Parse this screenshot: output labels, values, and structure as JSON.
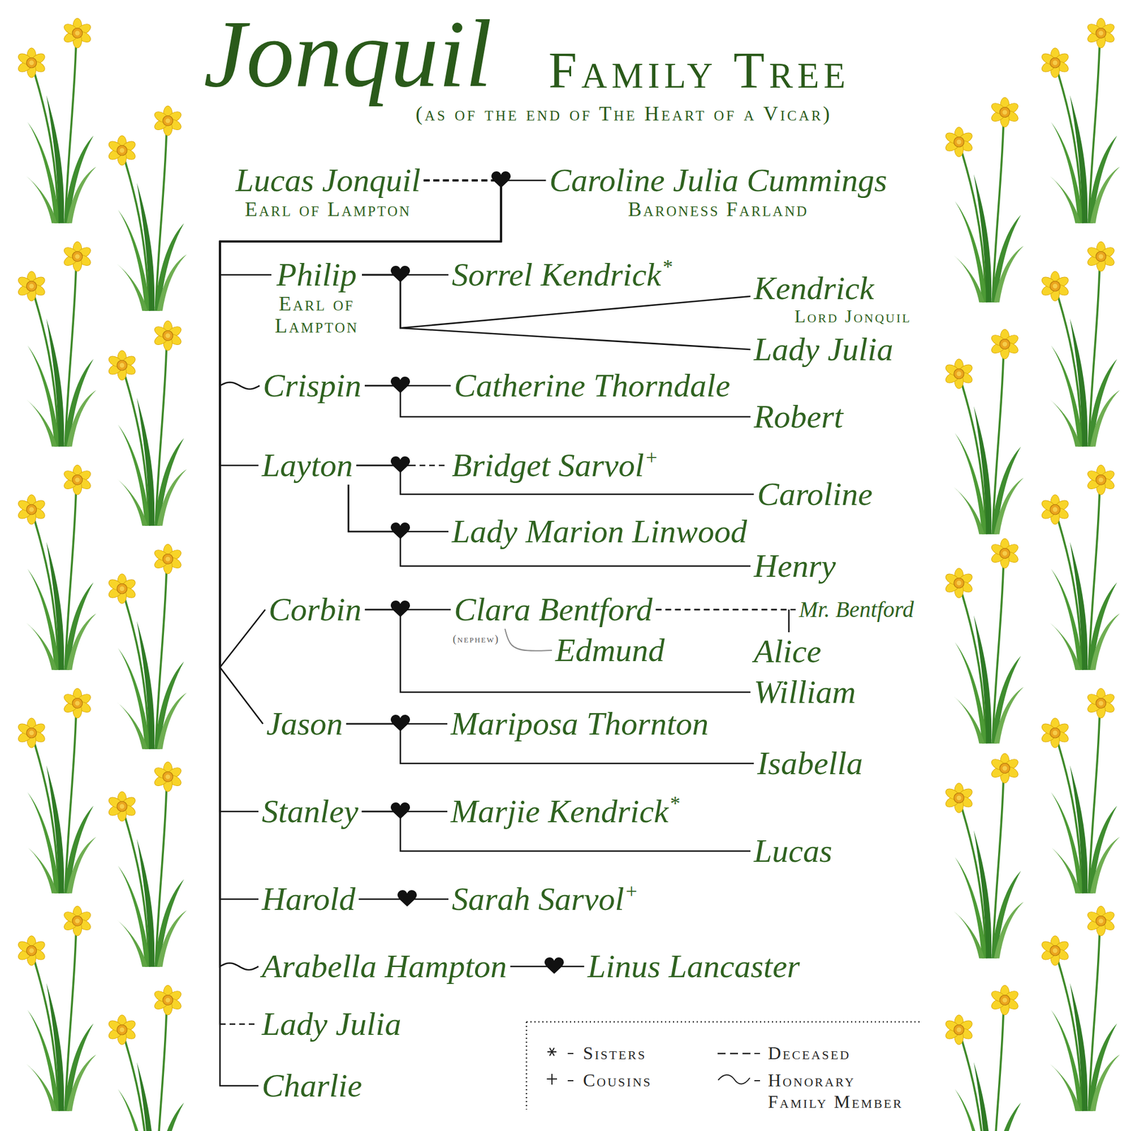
{
  "diagram": {
    "title": "Jonquil",
    "caption": "(as of the end of The Heart of a Vicar)",
    "nodes": [
      {
        "text": [
          "Lucas Jonquil",
          "Earl of Lampton"
        ]
      },
      {
        "text": [
          "Caroline Julia Cummings",
          "Baroness Farland"
        ]
      },
      {
        "text": [
          "Philip",
          "Earl of Lampton"
        ]
      },
      {
        "text": [
          "Sorrel Kendrick",
          "*"
        ]
      },
      {
        "text": [
          "Kendrick",
          "Lord Jonquil"
        ]
      },
      {
        "text": [
          "Lady Julia"
        ]
      },
      {
        "text": [
          "Crispin"
        ]
      },
      {
        "text": [
          "Catherine Thorndale"
        ]
      },
      {
        "text": [
          "Robert"
        ]
      },
      {
        "text": [
          "Layton"
        ]
      },
      {
        "text": [
          "Bridget Sarvol",
          "+"
        ]
      },
      {
        "text": [
          "Caroline"
        ]
      },
      {
        "text": [
          "Lady Marion Linwood"
        ]
      },
      {
        "text": [
          "Henry"
        ]
      },
      {
        "text": [
          "Corbin"
        ]
      },
      {
        "text": [
          "Clara Bentford"
        ]
      },
      {
        "text": [
          "Mr. Bentford"
        ]
      },
      {
        "text": [
          "Edmund"
        ]
      },
      {
        "text": [
          "Alice"
        ]
      },
      {
        "text": [
          "William"
        ]
      },
      {
        "text": [
          "Jason"
        ]
      },
      {
        "text": [
          "Mariposa Thornton"
        ]
      },
      {
        "text": [
          "Isabella"
        ]
      },
      {
        "text": [
          "Stanley"
        ]
      },
      {
        "text": [
          "Marjie Kendrick",
          "*"
        ]
      },
      {
        "text": [
          "Lucas"
        ]
      },
      {
        "text": [
          "Harold"
        ]
      },
      {
        "text": [
          "Sarah Sarvol",
          "+"
        ]
      },
      {
        "text": [
          "Arabella Hampton"
        ]
      },
      {
        "text": [
          "Linus Lancaster"
        ]
      },
      {
        "text": [
          "Lady Julia"
        ]
      },
      {
        "text": [
          "Charlie"
        ]
      }
    ],
    "edges": [
      {
        "from": 0,
        "to": 1,
        "arrow": "none"
      },
      {
        "from": 0,
        "to": 2,
        "arrow": "none"
      },
      {
        "from": 0,
        "to": 6,
        "arrow": "none"
      },
      {
        "from": 0,
        "to": 9,
        "arrow": "none"
      },
      {
        "from": 0,
        "to": 14,
        "arrow": "none"
      },
      {
        "from": 0,
        "to": 20,
        "arrow": "none"
      },
      {
        "from": 0,
        "to": 23,
        "arrow": "none"
      },
      {
        "from": 0,
        "to": 26,
        "arrow": "none"
      },
      {
        "from": 0,
        "to": 28,
        "arrow": "none"
      },
      {
        "from": 0,
        "to": 30,
        "arrow": "none"
      },
      {
        "from": 0,
        "to": 31,
        "arrow": "none"
      },
      {
        "from": 2,
        "to": 3,
        "arrow": "none"
      },
      {
        "from": 2,
        "to": 4,
        "arrow": "none"
      },
      {
        "from": 2,
        "to": 5,
        "arrow": "none"
      },
      {
        "from": 6,
        "to": 7,
        "arrow": "none"
      },
      {
        "from": 6,
        "to": 8,
        "arrow": "none"
      },
      {
        "from": 9,
        "to": 10,
        "arrow": "none"
      },
      {
        "from": 9,
        "to": 11,
        "arrow": "none"
      },
      {
        "from": 9,
        "to": 12,
        "arrow": "none"
      },
      {
        "from": 9,
        "to": 13,
        "arrow": "none"
      },
      {
        "from": 14,
        "to": 15,
        "arrow": "none"
      },
      {
        "from": 14,
        "to": 19,
        "arrow": "none"
      },
      {
        "from": 15,
        "to": 16,
        "arrow": "none"
      },
      {
        "from": 15,
        "to": 18,
        "arrow": "none"
      },
      {
        "from": 15,
        "to": 17,
        "label": "(nephew)",
        "arrow": "none"
      },
      {
        "from": 20,
        "to": 21,
        "arrow": "none"
      },
      {
        "from": 20,
        "to": 22,
        "arrow": "none"
      },
      {
        "from": 23,
        "to": 24,
        "arrow": "none"
      },
      {
        "from": 23,
        "to": 25,
        "arrow": "none"
      },
      {
        "from": 26,
        "to": 27,
        "arrow": "none"
      },
      {
        "from": 28,
        "to": 29,
        "arrow": "none"
      }
    ],
    "labels": [
      "Family Tree"
    ],
    "legend": [
      {
        "text": "Sisters"
      },
      {
        "text": "Cousins"
      },
      {
        "text": "Deceased"
      },
      {
        "text": "Honorary Family Member"
      }
    ]
  }
}
